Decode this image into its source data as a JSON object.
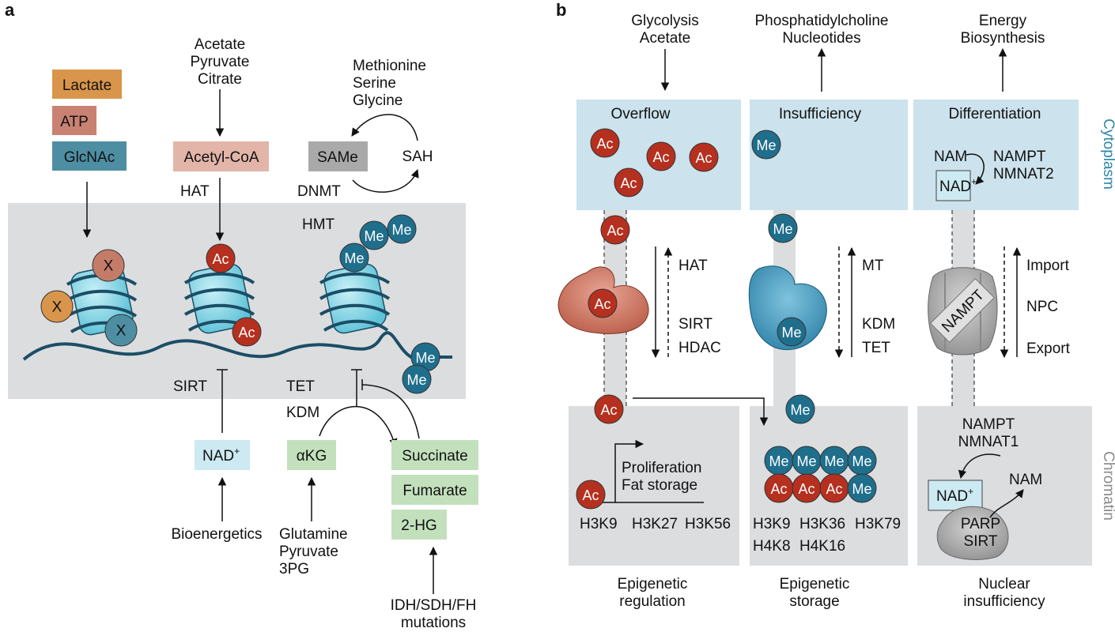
{
  "colors": {
    "acetyl": "#b5301f",
    "methyl": "#1f6e8c",
    "gray_panel": "#dcdddf",
    "blue_panel": "#cce2ec",
    "green_box": "#c3e0bd",
    "cytoplasm_text": "#2c86a8",
    "chromatin_text": "#8a8a8a"
  },
  "panel_a": {
    "label": "a",
    "lactate": "Lactate",
    "atp": "ATP",
    "glcnac": "GlcNAc",
    "acetate": "Acetate",
    "pyruvate": "Pyruvate",
    "citrate": "Citrate",
    "acetyl_coa": "Acetyl-CoA",
    "hat": "HAT",
    "methionine": "Methionine",
    "serine": "Serine",
    "glycine": "Glycine",
    "same": "SAMe",
    "sah": "SAH",
    "dnmt": "DNMT",
    "hmt": "HMT",
    "x": "X",
    "ac": "Ac",
    "me": "Me",
    "sirt": "SIRT",
    "tet": "TET",
    "kdm": "KDM",
    "nad": "NAD",
    "nad_sup": "+",
    "akg": "αKG",
    "succinate": "Succinate",
    "fumarate": "Fumarate",
    "hg2": "2-HG",
    "bioenergetics": "Bioenergetics",
    "glutamine": "Glutamine",
    "pyruvate2": "Pyruvate",
    "pg3": "3PG",
    "mutations1": "IDH/SDH/FH",
    "mutations2": "mutations"
  },
  "panel_b": {
    "label": "b",
    "glycolysis": "Glycolysis",
    "acetate": "Acetate",
    "phosphatidylcholine": "Phosphatidylcholine",
    "nucleotides": "Nucleotides",
    "energy": "Energy",
    "biosynthesis": "Biosynthesis",
    "overflow": "Overflow",
    "insufficiency": "Insufficiency",
    "differentiation": "Differentiation",
    "nam": "NAM",
    "nampt": "NAMPT",
    "nmnat2": "NMNAT2",
    "nmnat1": "NMNAT1",
    "nad": "NAD",
    "nad_sup": "+",
    "hat": "HAT",
    "sirt": "SIRT",
    "hdac": "HDAC",
    "mt": "MT",
    "kdm": "KDM",
    "tet": "TET",
    "import": "Import",
    "npc": "NPC",
    "export": "Export",
    "proliferation": "Proliferation",
    "fat_storage": "Fat storage",
    "h3k9": "H3K9",
    "h3k27": "H3K27",
    "h3k56": "H3K56",
    "h3k36": "H3K36",
    "h3k79": "H3K79",
    "h4k8": "H4K8",
    "h4k16": "H4K16",
    "parp": "PARP",
    "cyto_label": "Cytoplasm",
    "chrom_label": "Chromatin",
    "epi_reg1": "Epigenetic",
    "epi_reg2": "regulation",
    "epi_sto1": "Epigenetic",
    "epi_sto2": "storage",
    "nuc_ins1": "Nuclear",
    "nuc_ins2": "insufficiency",
    "ac": "Ac",
    "me": "Me"
  }
}
